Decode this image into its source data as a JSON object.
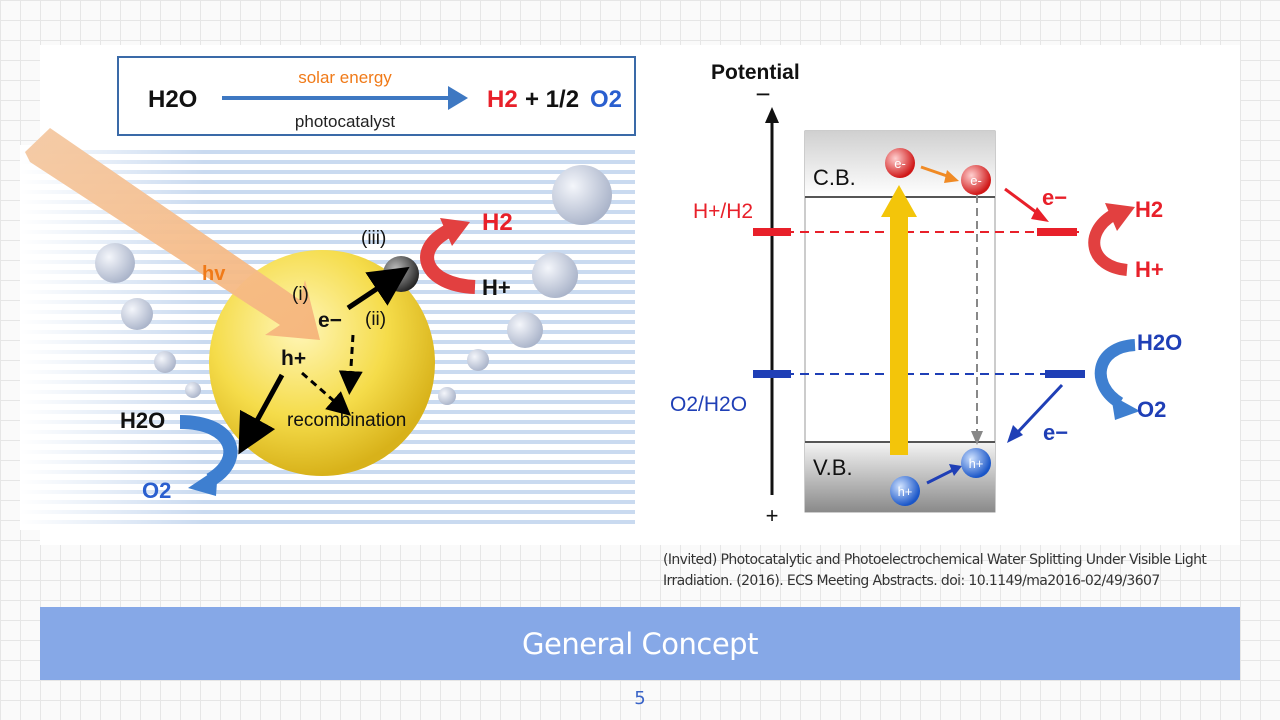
{
  "left_diagram": {
    "reaction_reactant": "H2O",
    "reaction_above_arrow": "solar energy",
    "reaction_below_arrow": "photocatalyst",
    "reaction_product_h2": "H2",
    "reaction_plus": "+ 1/2",
    "reaction_product_o2": "O2",
    "light_label": "hv",
    "step_i": "(i)",
    "step_ii": "(ii)",
    "step_iii": "(iii)",
    "electron": "e−",
    "hole": "h+",
    "recombination": "recombination",
    "h2o": "H2O",
    "o2": "O2",
    "h2": "H2",
    "h_plus": "H+"
  },
  "right_diagram": {
    "axis_title": "Potential",
    "axis_top": "−",
    "axis_bottom": "+",
    "conduction_band": "C.B.",
    "valence_band": "V.B.",
    "level_hh2": "H+/H2",
    "level_o2h2o": "O2/H2O",
    "electron": "e-",
    "hole": "h+",
    "e_minus": "e−",
    "h2": "H2",
    "h_plus": "H+",
    "h2o": "H2O",
    "o2": "O2"
  },
  "citation": "(Invited) Photocatalytic and Photoelectrochemical Water Splitting Under Visible Light Irradiation. (2016). ECS Meeting Abstracts. doi: 10.1149/ma2016-02/49/3607",
  "slide_title": "General Concept",
  "page_number": "5",
  "colors": {
    "title_bar": "#86a8e7",
    "red": "#e8202a",
    "blue": "#1f3fb6",
    "yellow": "#f3c50a",
    "orange": "#f08a24"
  }
}
